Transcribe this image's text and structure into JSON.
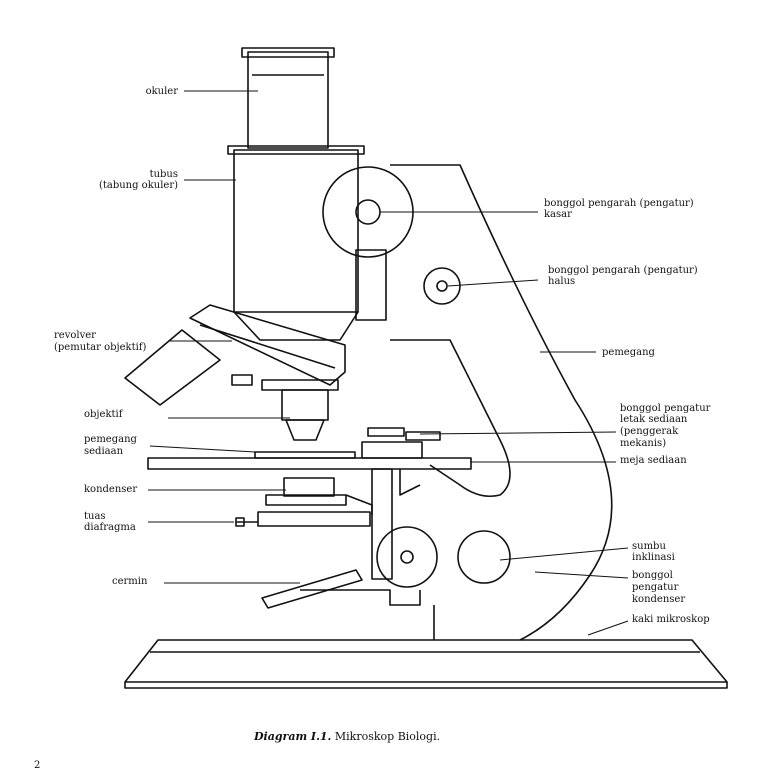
{
  "labels": {
    "okuler": "okuler",
    "tubus_1": "tubus",
    "tubus_2": "(tabung okuler)",
    "revolver_1": "revolver",
    "revolver_2": "(pemutar objektif)",
    "objektif": "objektif",
    "pemegang_sediaan_1": "pemegang",
    "pemegang_sediaan_2": "sediaan",
    "kondenser": "kondenser",
    "tuas_diafragma_1": "tuas",
    "tuas_diafragma_2": "diafragma",
    "cermin": "cermin",
    "kasar_1": "bonggol pengarah (pengatur)",
    "kasar_2": "kasar",
    "halus_1": "bonggol pengarah (pengatur)",
    "halus_2": "halus",
    "pemegang": "pemegang",
    "letak_1": "bonggol pengatur",
    "letak_2": "letak sediaan",
    "letak_3": "(penggerak",
    "letak_4": "mekanis)",
    "meja": "meja sediaan",
    "sumbu_1": "sumbu",
    "sumbu_2": "inklinasi",
    "kondenser_knob_1": "bonggol",
    "kondenser_knob_2": "pengatur",
    "kondenser_knob_3": "kondenser",
    "kaki": "kaki mikroskop"
  },
  "caption": {
    "prefix": "Diagram I.1.",
    "title": "Mikroskop Biologi."
  },
  "page_number": "2"
}
